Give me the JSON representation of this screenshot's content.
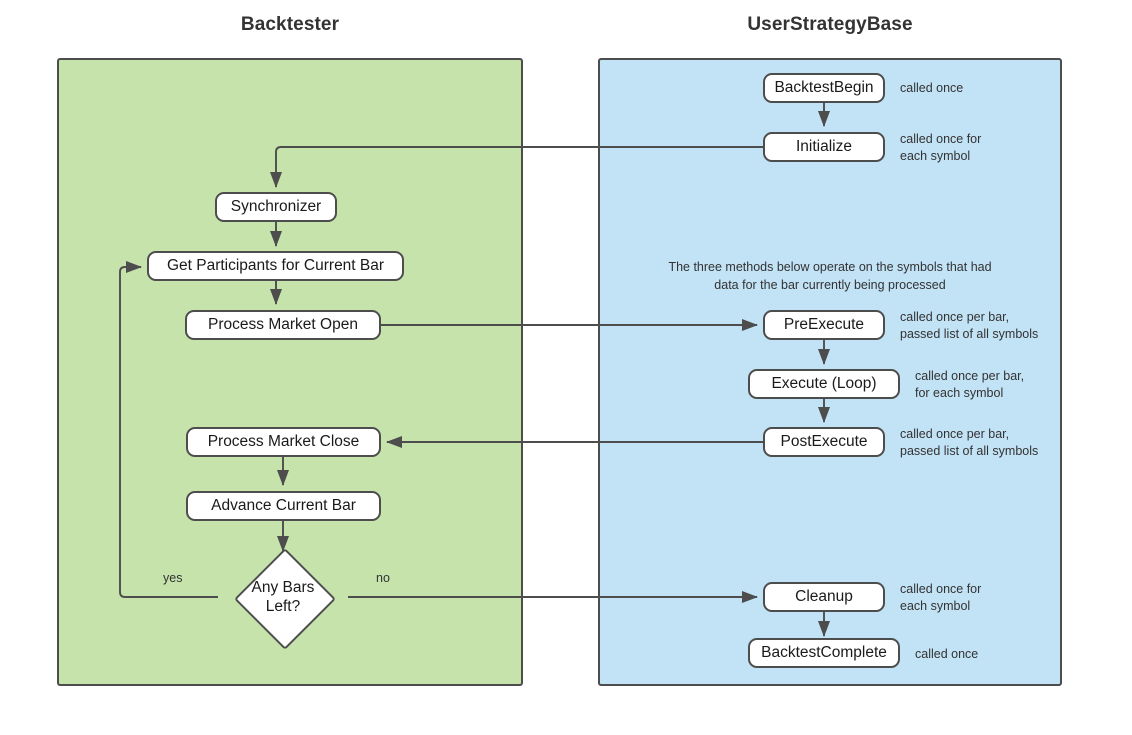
{
  "diagram": {
    "title_left": "Backtester",
    "title_right": "UserStrategyBase",
    "colors": {
      "lane_backtester": "#c6e3ac",
      "lane_userstrategybase": "#c2e2f5",
      "node_fill": "#ffffff",
      "stroke": "#4d4d4d",
      "text": "#1a1a1a"
    }
  },
  "backtester": {
    "nodes": [
      {
        "id": "synchronizer",
        "label": "Synchronizer"
      },
      {
        "id": "get-participants",
        "label": "Get Participants for Current Bar"
      },
      {
        "id": "process-market-open",
        "label": "Process Market Open"
      },
      {
        "id": "process-market-close",
        "label": "Process Market Close"
      },
      {
        "id": "advance-current-bar",
        "label": "Advance Current Bar"
      }
    ],
    "decision": {
      "id": "any-bars-left",
      "label_line1": "Any Bars",
      "label_line2": "Left?",
      "branch_yes": "yes",
      "branch_no": "no"
    }
  },
  "userstrategybase": {
    "note": "The three methods below operate on the symbols that had\ndata for the bar currently being processed",
    "nodes": [
      {
        "id": "backtestbegin",
        "label": "BacktestBegin",
        "annotation": "called once"
      },
      {
        "id": "initialize",
        "label": "Initialize",
        "annotation": "called once for\neach symbol"
      },
      {
        "id": "preexecute",
        "label": "PreExecute",
        "annotation": "called once per bar,\npassed list of all symbols"
      },
      {
        "id": "execute-loop",
        "label": "Execute (Loop)",
        "annotation": "called once per bar,\nfor each symbol"
      },
      {
        "id": "postexecute",
        "label": "PostExecute",
        "annotation": "called once per bar,\npassed list of all symbols"
      },
      {
        "id": "cleanup",
        "label": "Cleanup",
        "annotation": "called once for\neach symbol"
      },
      {
        "id": "backtestcomplete",
        "label": "BacktestComplete",
        "annotation": "called once"
      }
    ]
  }
}
